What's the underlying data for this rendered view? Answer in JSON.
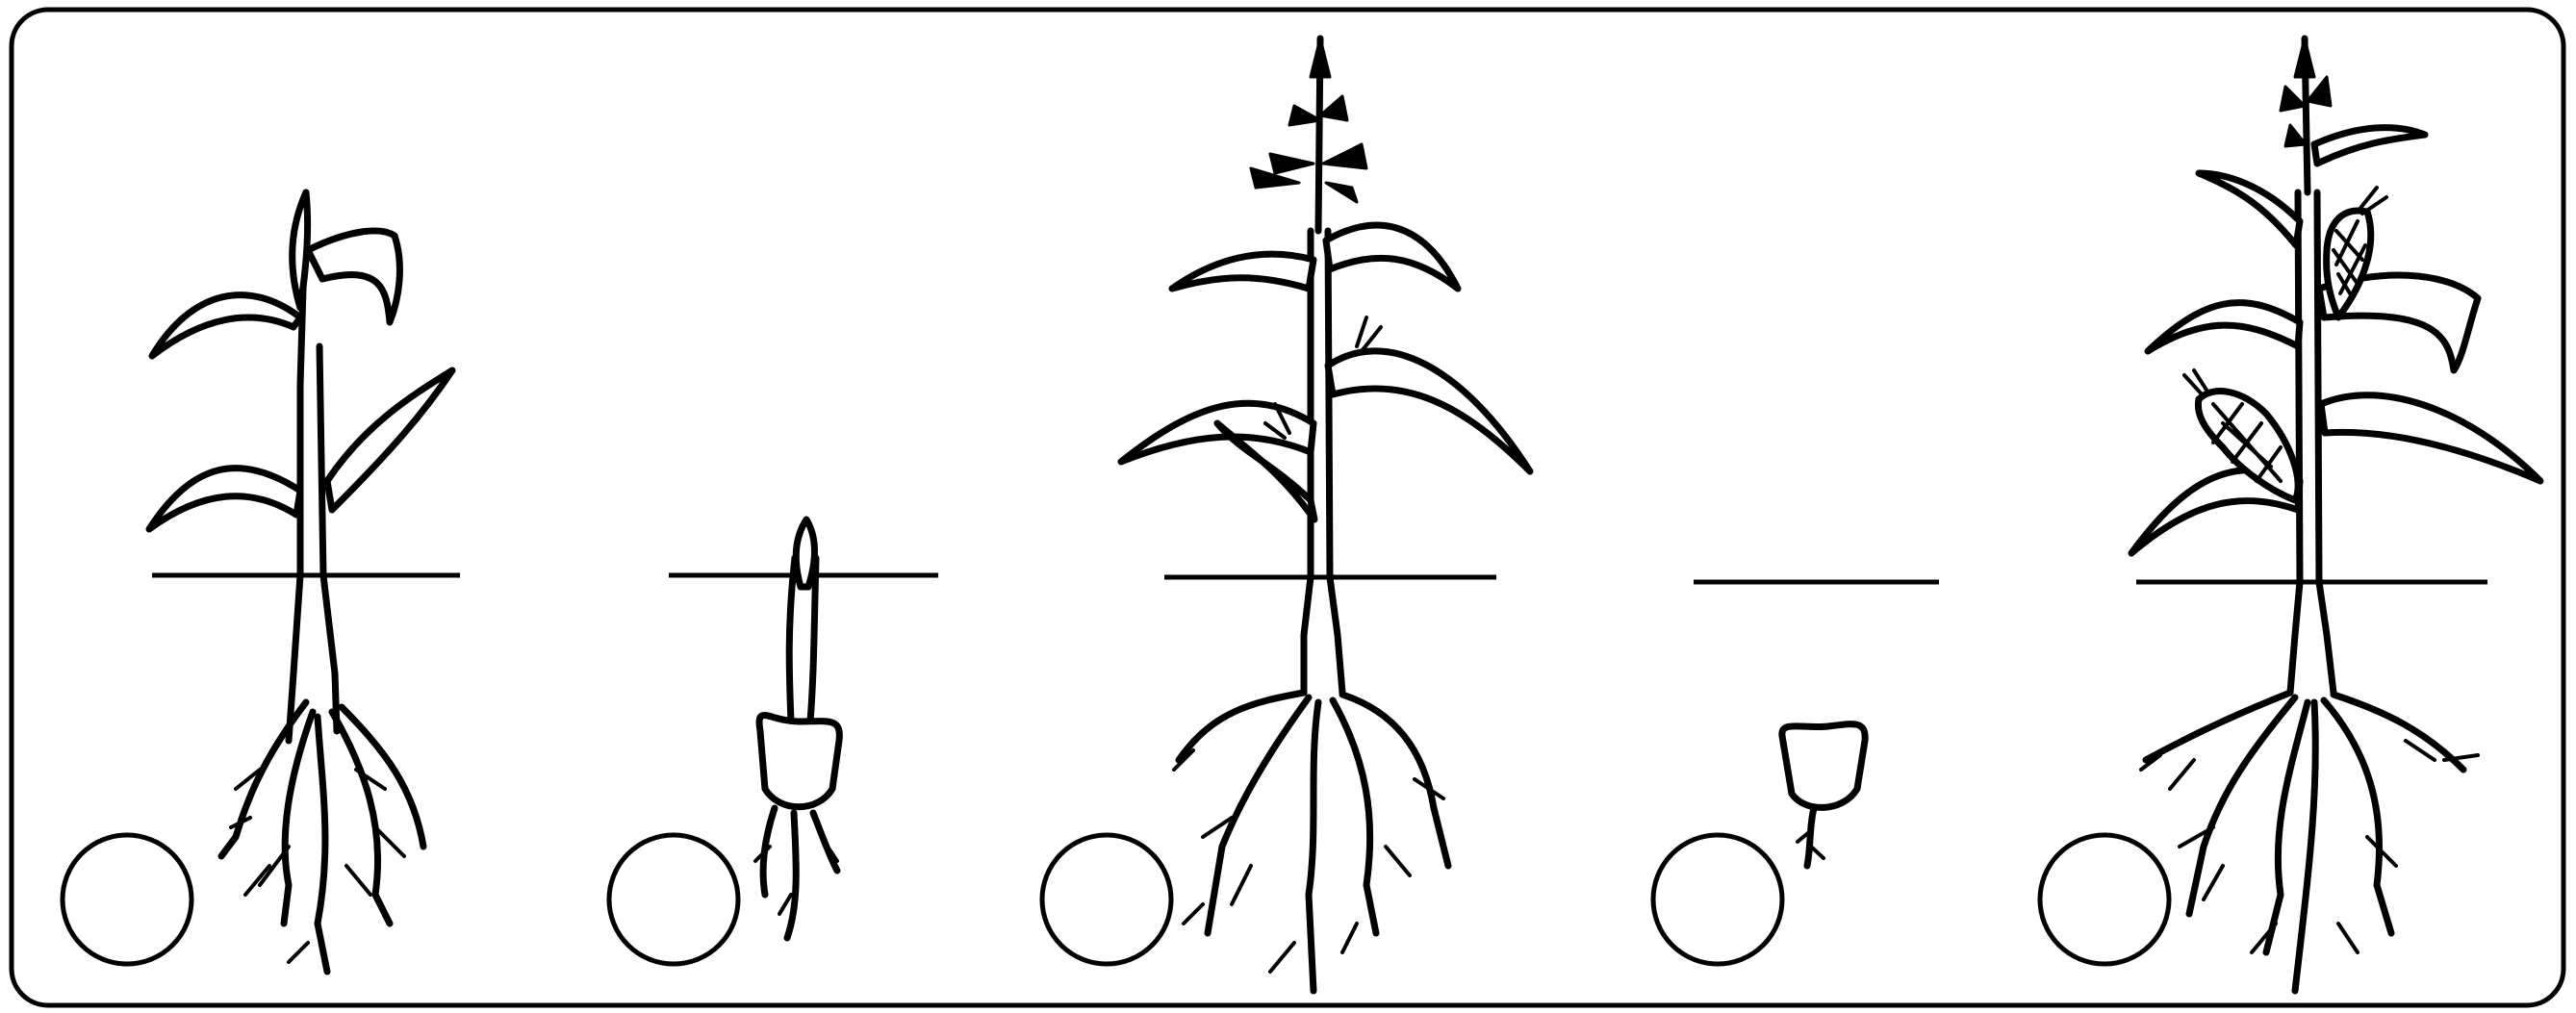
{
  "stages": [
    {
      "stage": "young-plant"
    },
    {
      "stage": "sprouting-seed"
    },
    {
      "stage": "tasseling-plant"
    },
    {
      "stage": "seed"
    },
    {
      "stage": "mature-plant-with-ears"
    }
  ],
  "colors": {
    "ink": "#000000",
    "paper": "#ffffff"
  }
}
